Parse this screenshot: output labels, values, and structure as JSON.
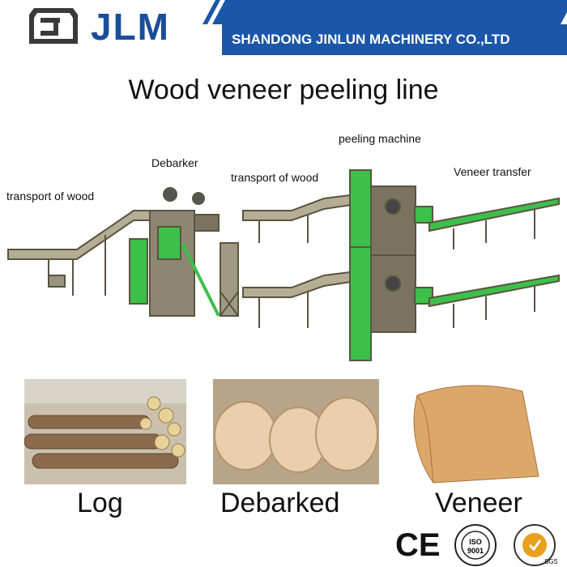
{
  "header": {
    "brand": "JLM",
    "company": "SHANDONG JINLUN MACHINERY CO.,LTD"
  },
  "title": "Wood veneer peeling line",
  "diagram_labels": {
    "transport_left": "transport of wood",
    "debarker": "Debarker",
    "transport_mid": "transport of wood",
    "peeling": "peeling machine",
    "veneer_transfer": "Veneer transfer"
  },
  "captions": {
    "log": "Log",
    "debarked": "Debarked",
    "veneer": "Veneer"
  },
  "certifications": {
    "ce": "CE",
    "iso": "ISO 9001",
    "sgs": "SGS"
  },
  "colors": {
    "brand_blue": "#1b56a8",
    "machine_green": "#3cc04a",
    "machine_gray": "#7a7360"
  }
}
